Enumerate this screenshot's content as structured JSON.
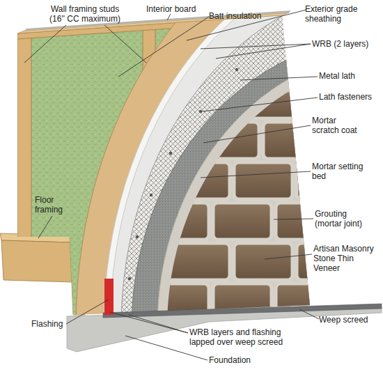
{
  "diagram": {
    "labels": [
      "Wall framing studs (16'' CC maximum)",
      "Interior board",
      "Batt insulation",
      "Exterior grade sheathing",
      "WRB (2 layers)",
      "Metal lath",
      "Lath fasteners",
      "Mortar scratch coat",
      "Mortar setting bed",
      "Floor framing",
      "Grouting (mortar joint)",
      "Artisan Masonry Stone Thin Veneer",
      "Weep screed",
      "Flashing",
      "WRB layers and flashing lapped over weep screed",
      "Foundation"
    ]
  }
}
